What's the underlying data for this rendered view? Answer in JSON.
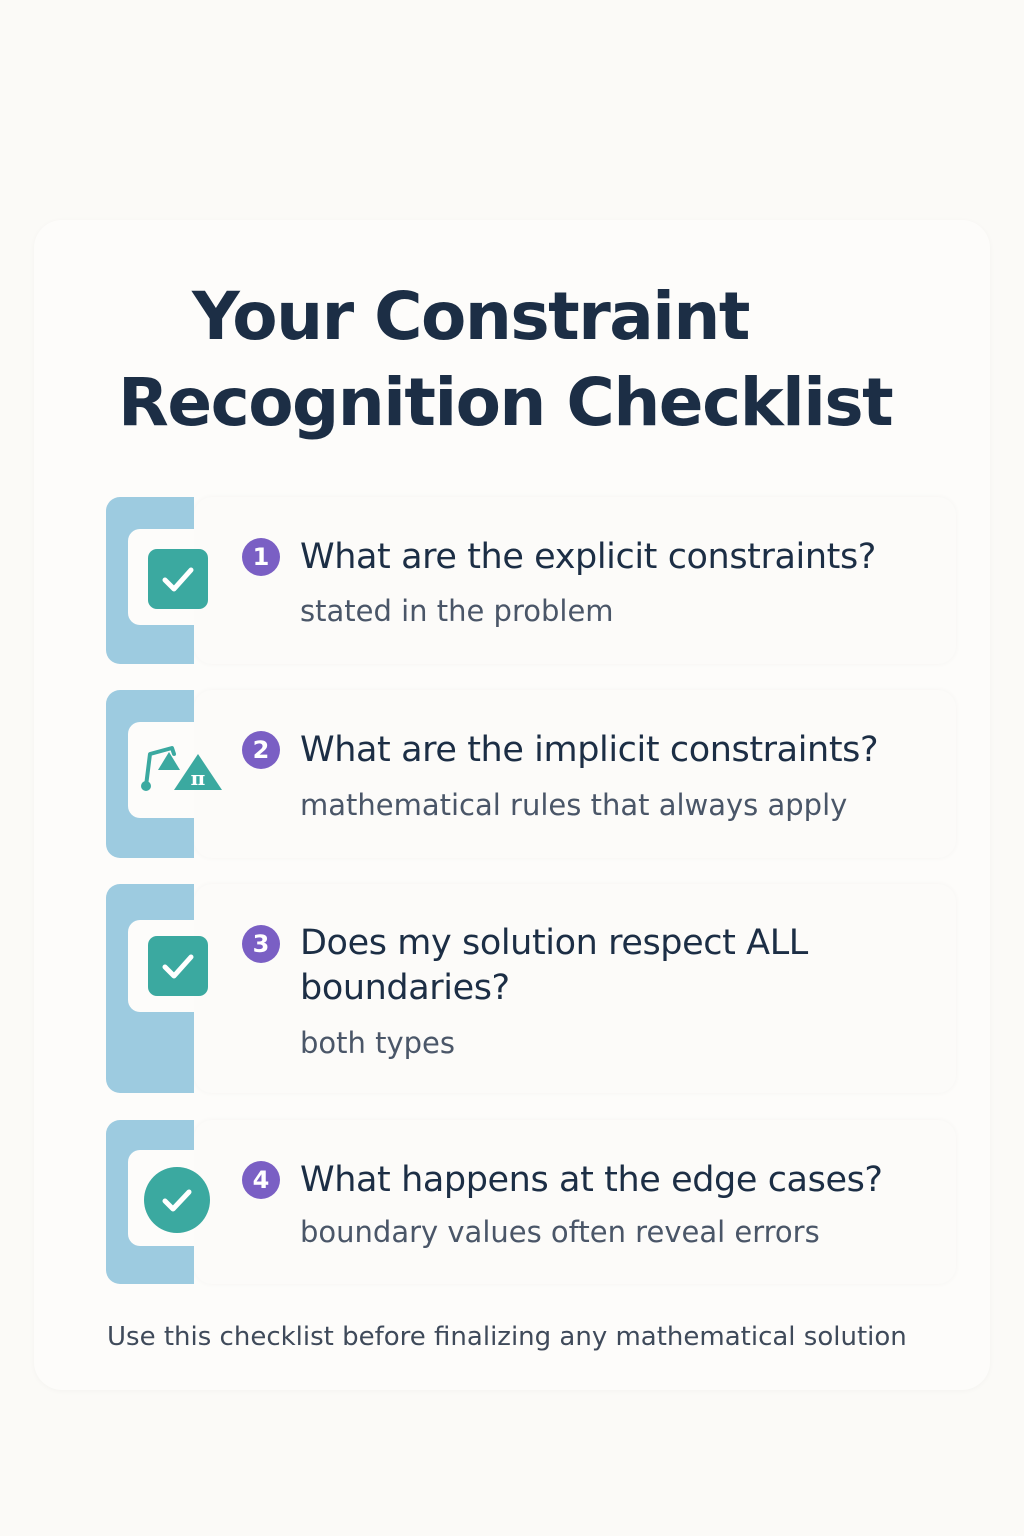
{
  "title": {
    "line1": "Your Constraint",
    "line2": "Recognition Checklist"
  },
  "items": [
    {
      "number": "1",
      "question": "What are the explicit constraints?",
      "subtitle": "stated in the problem",
      "icon": "checkbox-icon"
    },
    {
      "number": "2",
      "question": "What are the implicit constraints?",
      "subtitle": "mathematical rules that always apply",
      "icon": "math-symbols-icon",
      "icon_glyph": "π"
    },
    {
      "number": "3",
      "question_line1": "Does my solution respect ALL",
      "question_line2": "boundaries?",
      "subtitle": "both types",
      "icon": "checkbox-icon"
    },
    {
      "number": "4",
      "question": "What happens at the edge cases?",
      "subtitle": "boundary values often reveal errors",
      "icon": "check-circle-icon"
    }
  ],
  "footer": "Use this checklist before finalizing any mathematical solution",
  "colors": {
    "title": "#1c2e45",
    "accent_teal": "#3ba9a0",
    "bracket_blue": "#9dcbe0",
    "number_purple": "#7a5fc4",
    "subtitle": "#4a5668",
    "background": "#fbfaf7"
  }
}
